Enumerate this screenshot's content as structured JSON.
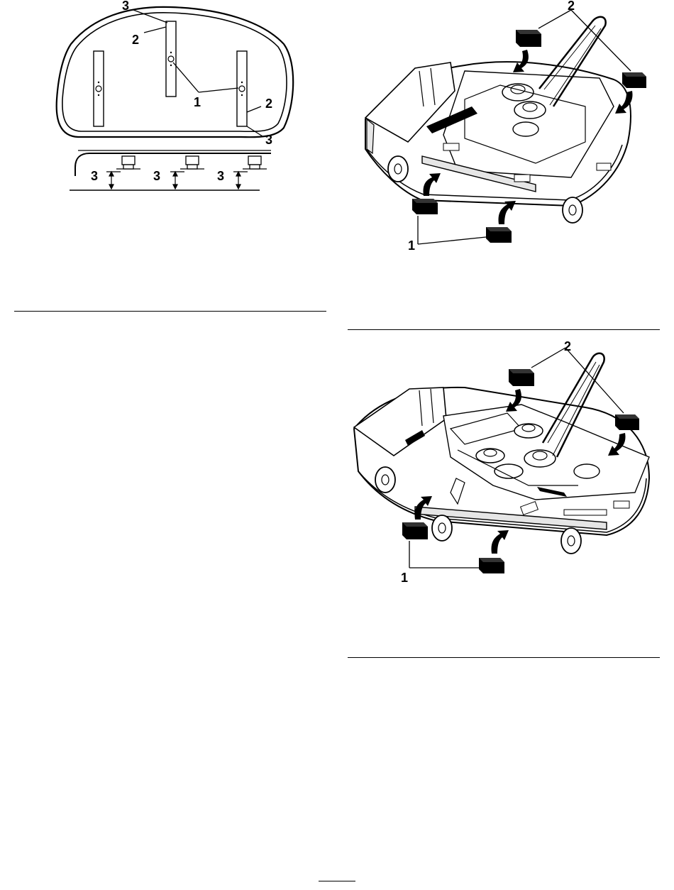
{
  "figure_blades": {
    "callouts": {
      "c1": "1",
      "c2a": "2",
      "c2b": "2",
      "c3a": "3",
      "c3b": "3",
      "c3c": "3",
      "c3d": "3",
      "c3e": "3"
    }
  },
  "figure_deck_upper": {
    "callouts": {
      "c1": "1",
      "c2": "2"
    }
  },
  "figure_deck_lower": {
    "callouts": {
      "c1": "1",
      "c2": "2"
    }
  },
  "colors": {
    "ink": "#000000",
    "paper": "#ffffff",
    "shade": "#e6e6e6"
  }
}
